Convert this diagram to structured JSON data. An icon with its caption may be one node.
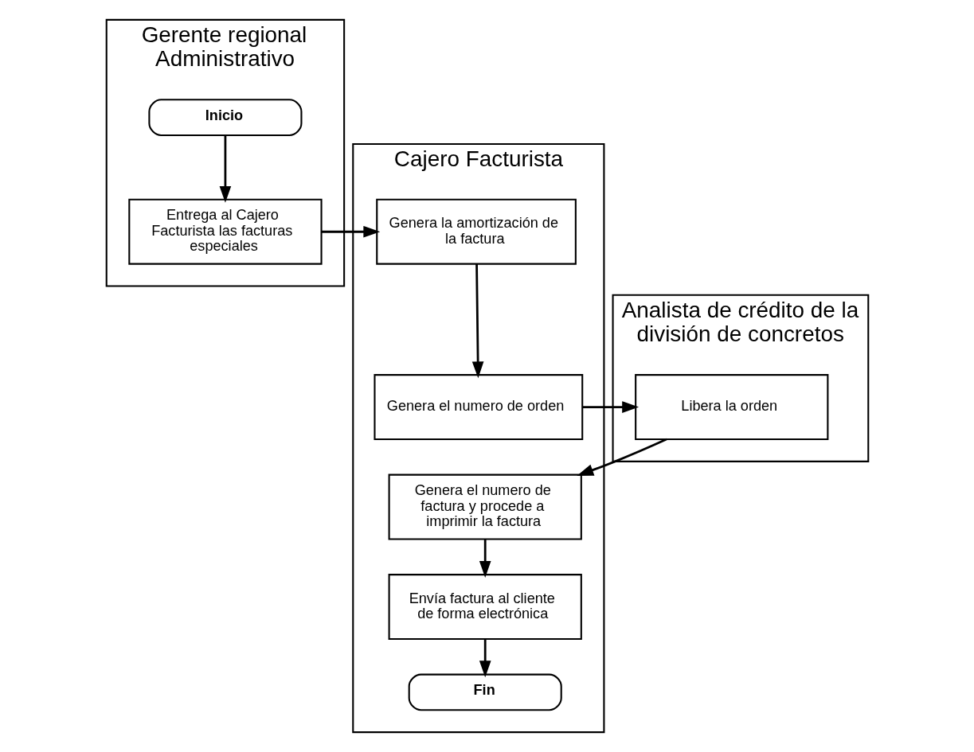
{
  "diagram": {
    "nodes": [
      {
        "text": [
          "Gerente regional Administrativo"
        ]
      },
      {
        "text": [
          "Cajero Facturista"
        ]
      },
      {
        "text": [
          "Analista de crédito de la división de concretos"
        ]
      },
      {
        "text": [
          "Inicio"
        ],
        "in": 0
      },
      {
        "text": [
          "Entrega al Cajero Facturista las facturas especiales"
        ],
        "in": 0
      },
      {
        "text": [
          "Genera la amortización de la factura"
        ],
        "in": 1
      },
      {
        "text": [
          "Genera el numero de orden"
        ],
        "in": 1
      },
      {
        "text": [
          "Genera el numero de factura y procede a imprimir la factura"
        ],
        "in": 1
      },
      {
        "text": [
          "Envía factura al cliente de forma electrónica"
        ],
        "in": 1
      },
      {
        "text": [
          "Fin"
        ],
        "in": 1
      },
      {
        "text": [
          "Libera la orden"
        ],
        "in": 2
      }
    ],
    "edges": [
      {
        "from": 3,
        "to": 4,
        "arrow": "to"
      },
      {
        "from": 4,
        "to": 5,
        "arrow": "to"
      },
      {
        "from": 5,
        "to": 6,
        "arrow": "to"
      },
      {
        "from": 6,
        "to": 10,
        "arrow": "to"
      },
      {
        "from": 10,
        "to": 7,
        "arrow": "to"
      },
      {
        "from": 7,
        "to": 8,
        "arrow": "to"
      },
      {
        "from": 8,
        "to": 9,
        "arrow": "to"
      }
    ]
  }
}
